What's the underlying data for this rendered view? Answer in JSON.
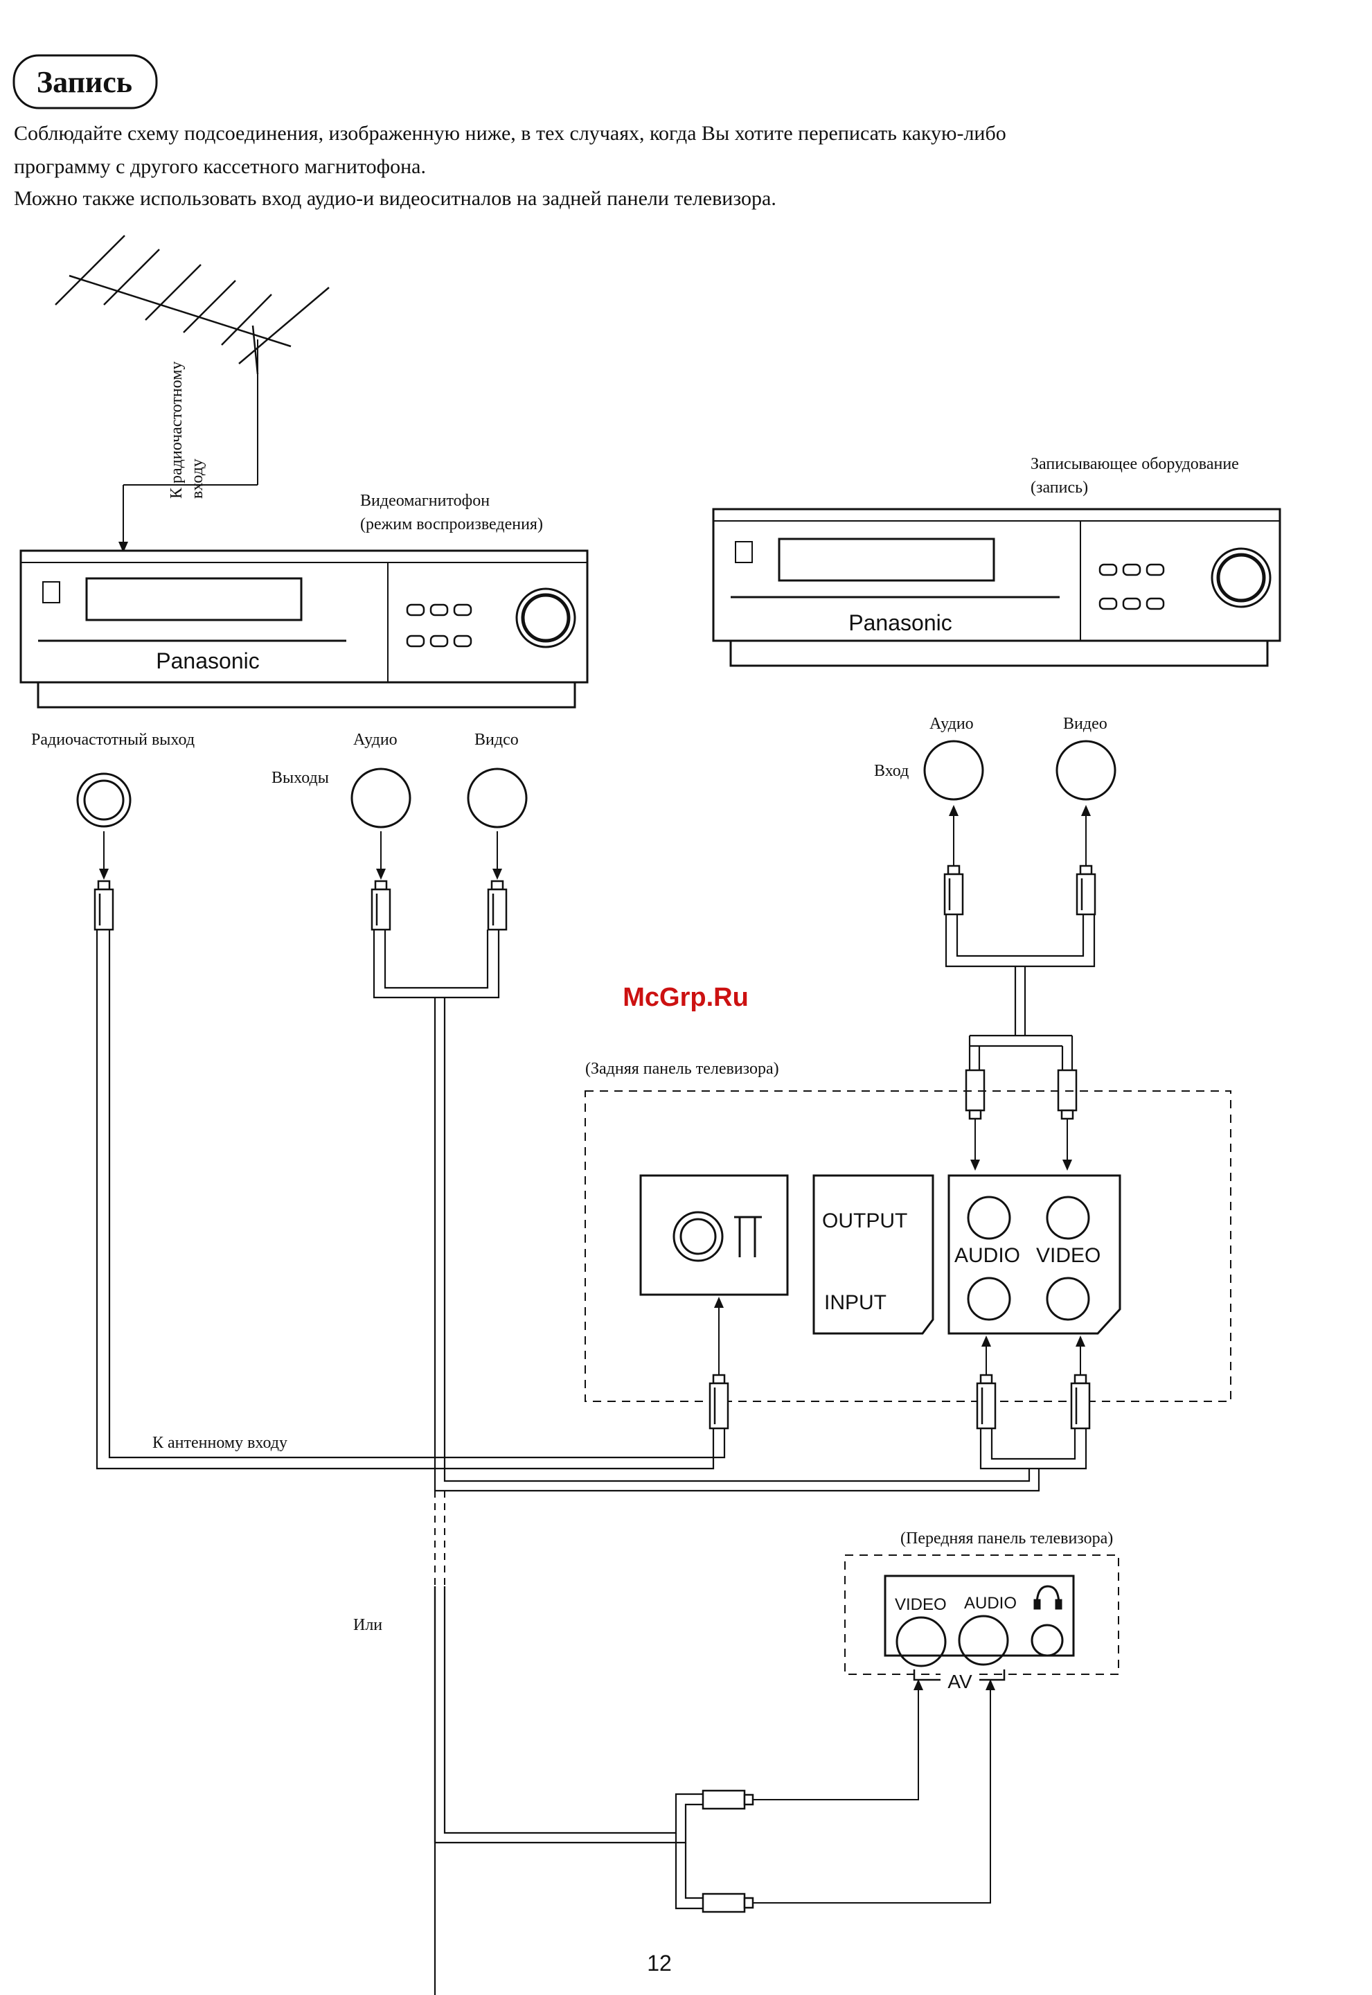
{
  "page": {
    "heading": "Запись",
    "intro_line1": "Соблюдайте схему подсоединения, изображенную ниже, в тех случаях, когда Вы хотите переписать какую-либо",
    "intro_line2": "программу с другого кассетного магнитофона.",
    "intro_line3": "Можно также использовать вход аудио-и видеоситналов на задней панели телевизора.",
    "page_number": "12",
    "watermark": "McGrp.Ru"
  },
  "antenna": {
    "label_line1": "К радиочастотному",
    "label_line2": "входу"
  },
  "vcr_playback": {
    "title_line1": "Видеомагнитофон",
    "title_line2": "(режим воспроизведения)",
    "brand": "Panasonic",
    "rf_out_label": "Радиочастотный выход",
    "outputs_label": "Выходы",
    "audio_label": "Аудио",
    "video_label": "Видсо"
  },
  "vcr_recording": {
    "title_line1": "Записывающее оборудование",
    "title_line2": "(запись)",
    "brand": "Panasonic",
    "input_label": "Вход",
    "audio_label": "Аудио",
    "video_label": "Видео"
  },
  "tv_rear": {
    "title": "(Задняя панель телевизора)",
    "output_label": "OUTPUT",
    "input_label": "INPUT",
    "audio_label": "AUDIO",
    "video_label": "VIDEO",
    "antenna_input_label": "К антенному входу"
  },
  "tv_front": {
    "title": "(Передняя панель телевизора)",
    "video_label": "VIDEO",
    "audio_label": "AUDIO",
    "av_label": "AV",
    "headphones_icon": "headphones-icon"
  },
  "or_label": "Или"
}
